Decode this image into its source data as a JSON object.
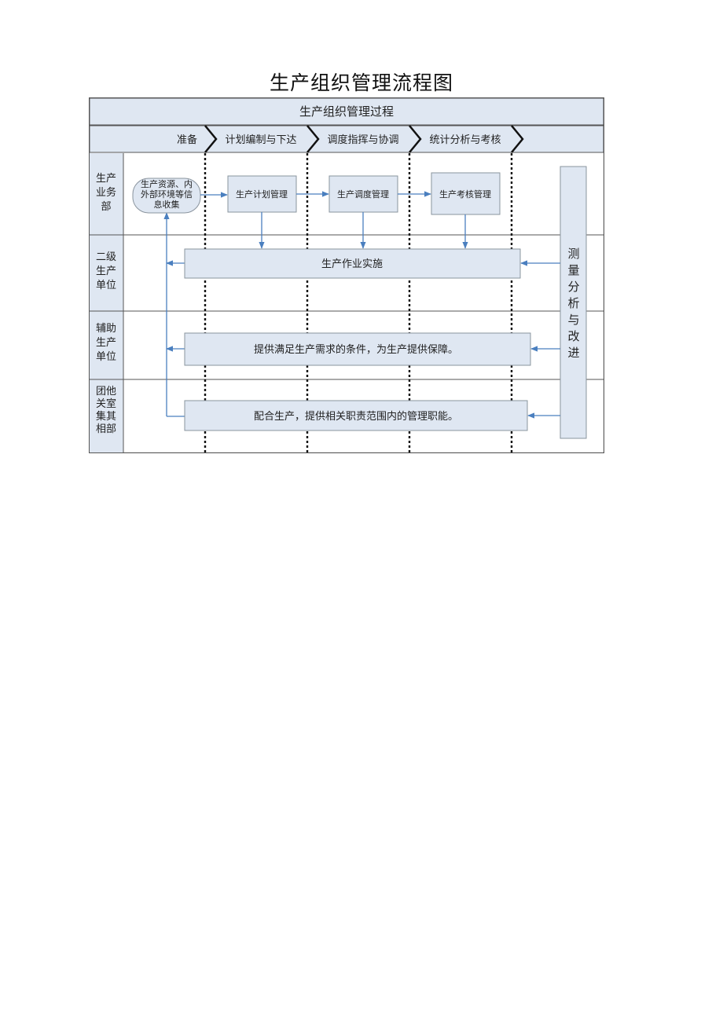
{
  "document": {
    "title": "生产组织管理流程图"
  },
  "diagram": {
    "header": "生产组织管理过程",
    "phases": [
      "准备",
      "计划编制与下达",
      "调度指挥与协调",
      "统计分析与考核"
    ],
    "lanes": [
      {
        "lines": [
          "生产",
          "业务",
          "部"
        ]
      },
      {
        "lines": [
          "二级",
          "生产",
          "单位"
        ]
      },
      {
        "lines": [
          "辅助",
          "生产",
          "单位"
        ]
      },
      {
        "lines": [
          "团他",
          "关室",
          "集其",
          "相部"
        ]
      }
    ],
    "nodes": {
      "collect": [
        "生产资源、内",
        "外部环境等信",
        "息收集"
      ],
      "plan": "生产计划管理",
      "dispatch": "生产调度管理",
      "assess": "生产考核管理",
      "execute": "生产作业实施",
      "support": "提供满足生产需求的条件，为生产提供保障。",
      "cooperate": "配合生产，提供相关职责范围内的管理职能。",
      "measure": [
        "测",
        "量",
        "分",
        "析",
        "与",
        "改",
        "进"
      ]
    }
  }
}
